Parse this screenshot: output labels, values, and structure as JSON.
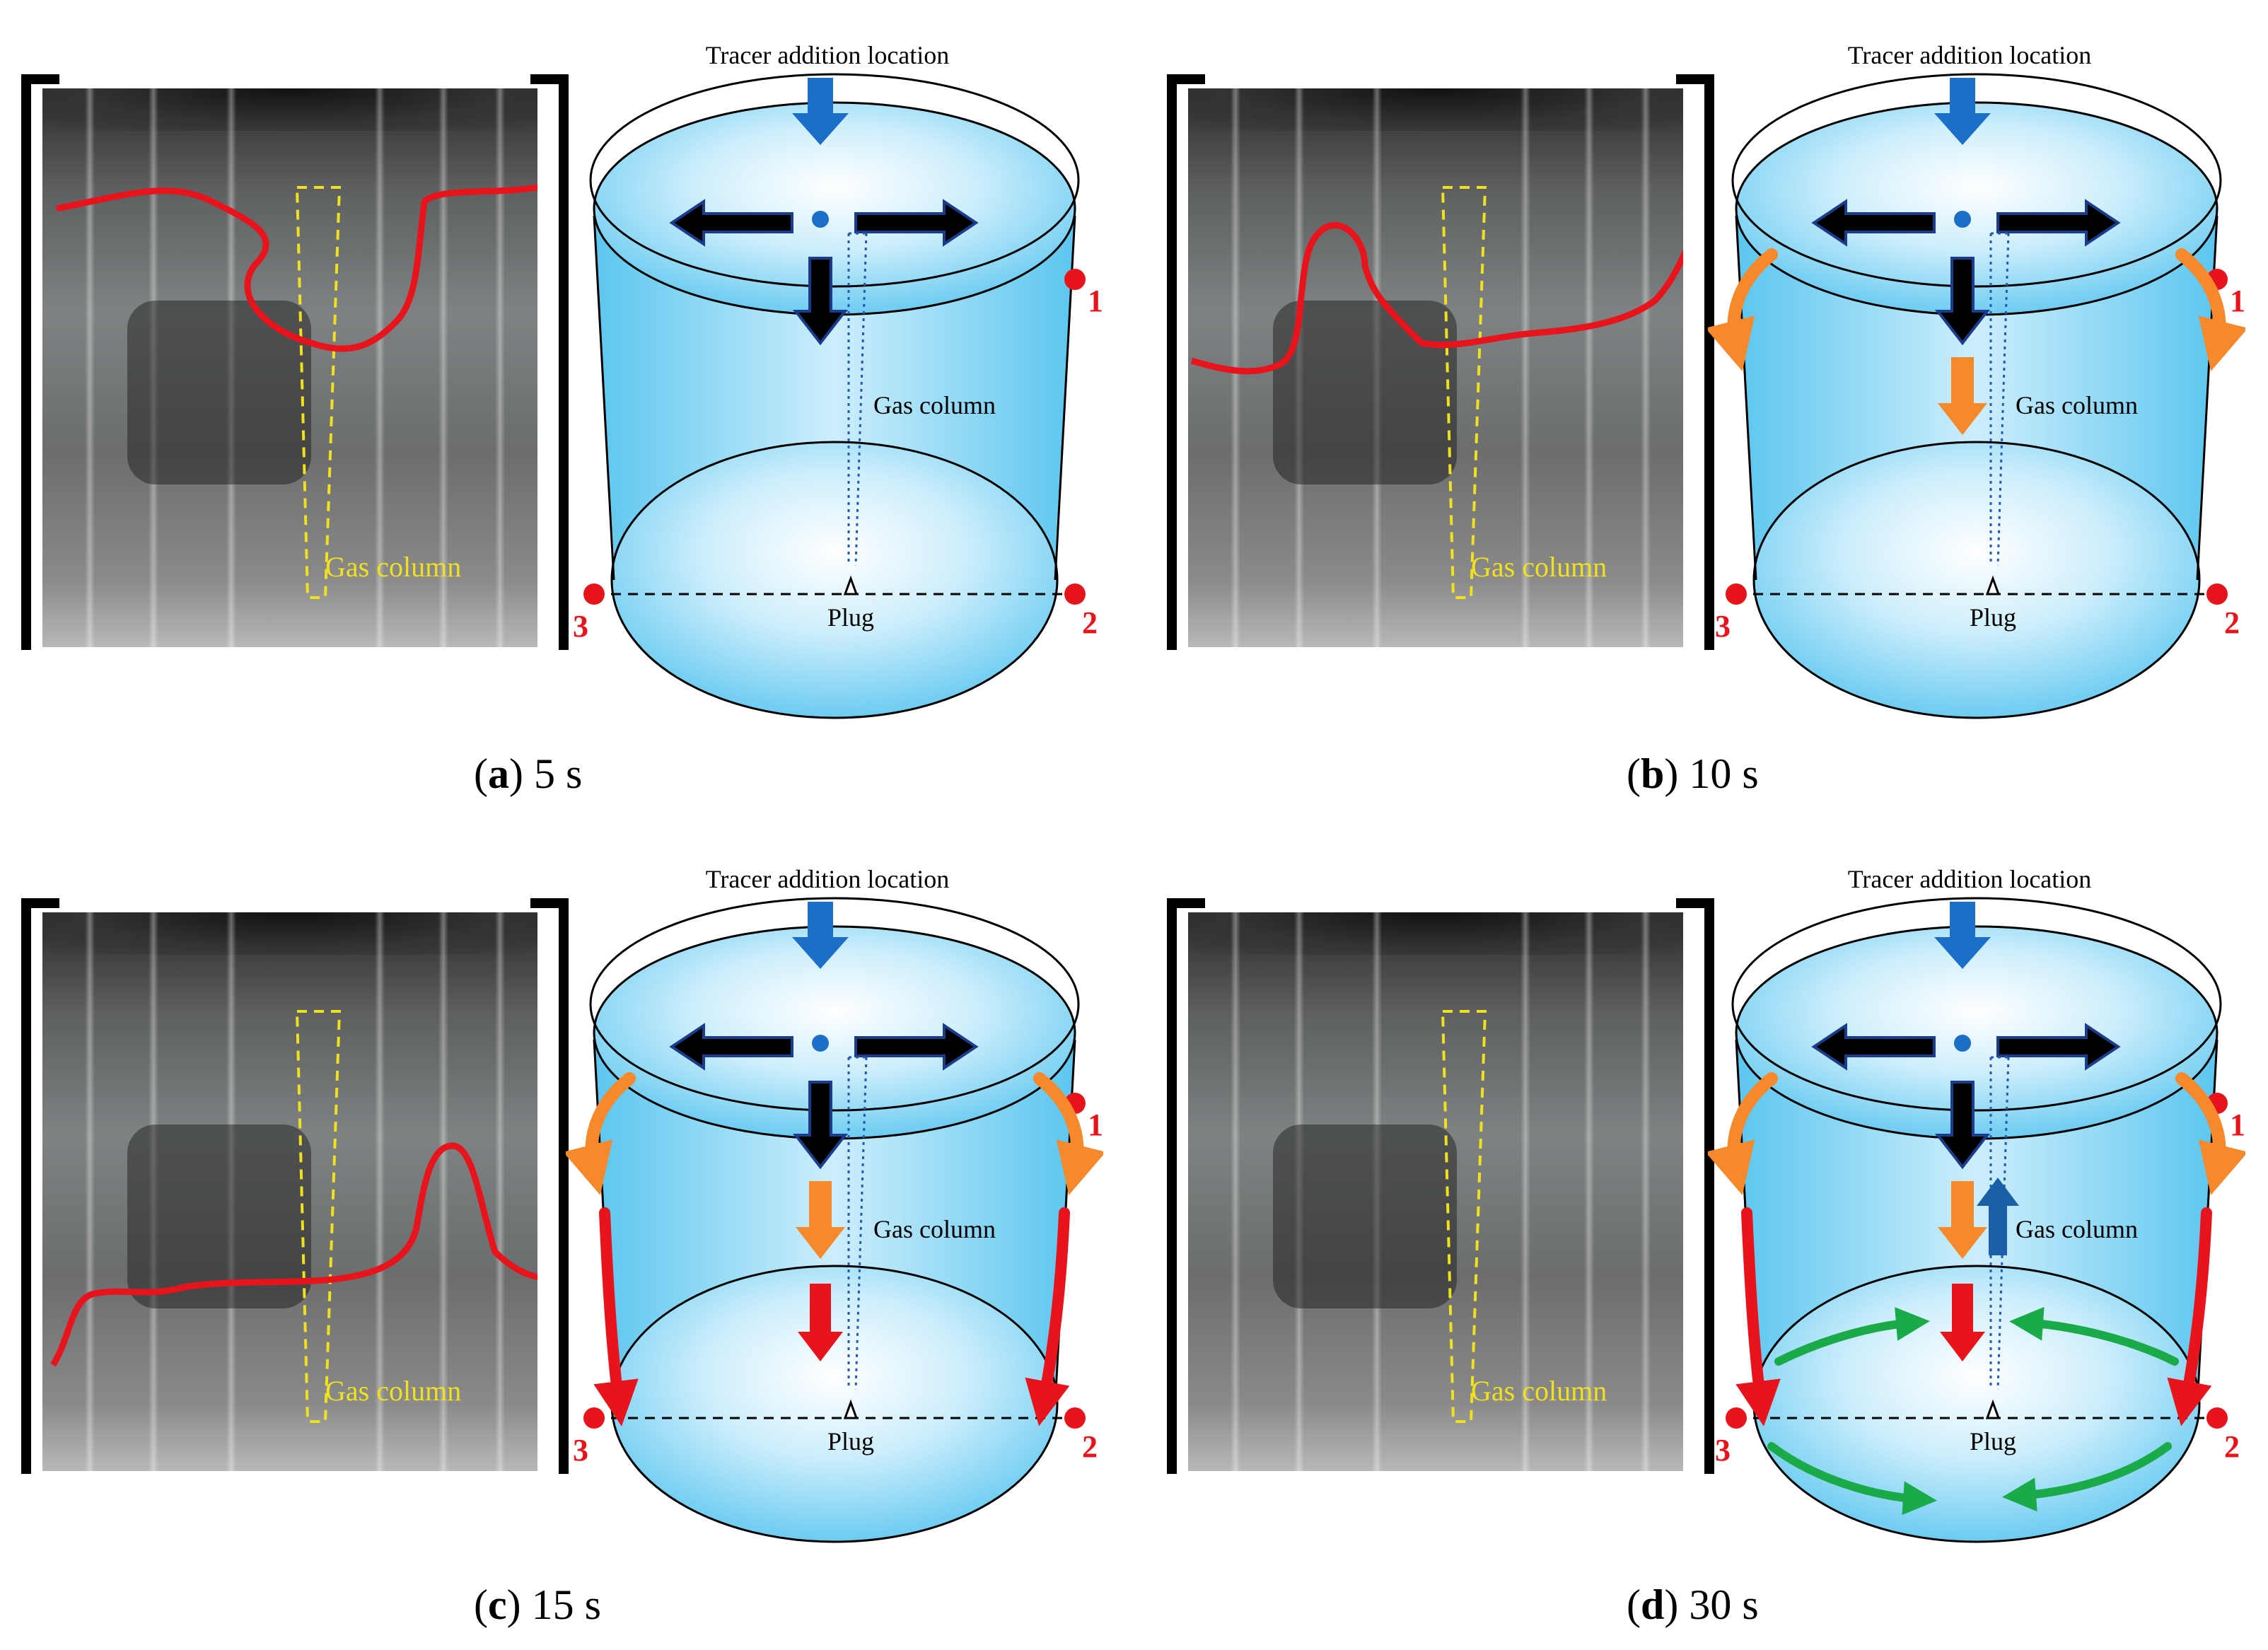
{
  "colors": {
    "liquid_light": "#cdeefc",
    "liquid_dark": "#5cc6ef",
    "tracer_arrow": "#1b6fc7",
    "black_arrow": "#000000",
    "orange_arrow": "#f5892b",
    "red_arrow": "#e8141b",
    "green_arrow": "#1aaa4a",
    "up_arrow": "#1a5fa8",
    "marker": "#e8141b",
    "photo_outline": "#e8141b",
    "gas_column_dash": "#f0e020"
  },
  "panels": [
    {
      "id": "a",
      "caption_letter": "a",
      "caption_time": "5 s",
      "tracer_label": "Tracer addition location",
      "gas_label_diagram": "Gas column",
      "gas_label_photo": "Gas column",
      "plug_label": "Plug",
      "points": [
        "1",
        "2",
        "3"
      ],
      "flows": {
        "orange_side": false,
        "orange_center": false,
        "red_center": false,
        "red_side": false,
        "green": false,
        "up_arrow": false
      }
    },
    {
      "id": "b",
      "caption_letter": "b",
      "caption_time": "10 s",
      "tracer_label": "Tracer addition location",
      "gas_label_diagram": "Gas column",
      "gas_label_photo": "Gas column",
      "plug_label": "Plug",
      "points": [
        "1",
        "2",
        "3"
      ],
      "flows": {
        "orange_side": true,
        "orange_center": true,
        "red_center": false,
        "red_side": false,
        "green": false,
        "up_arrow": false
      }
    },
    {
      "id": "c",
      "caption_letter": "c",
      "caption_time": "15 s",
      "tracer_label": "Tracer addition location",
      "gas_label_diagram": "Gas column",
      "gas_label_photo": "Gas column",
      "plug_label": "Plug",
      "points": [
        "1",
        "2",
        "3"
      ],
      "flows": {
        "orange_side": true,
        "orange_center": true,
        "red_center": true,
        "red_side": true,
        "green": false,
        "up_arrow": false
      }
    },
    {
      "id": "d",
      "caption_letter": "d",
      "caption_time": "30 s",
      "tracer_label": "Tracer addition location",
      "gas_label_diagram": "Gas column",
      "gas_label_photo": "Gas column",
      "plug_label": "Plug",
      "points": [
        "1",
        "2",
        "3"
      ],
      "flows": {
        "orange_side": true,
        "orange_center": true,
        "red_center": true,
        "red_side": true,
        "green": true,
        "up_arrow": true
      }
    }
  ]
}
